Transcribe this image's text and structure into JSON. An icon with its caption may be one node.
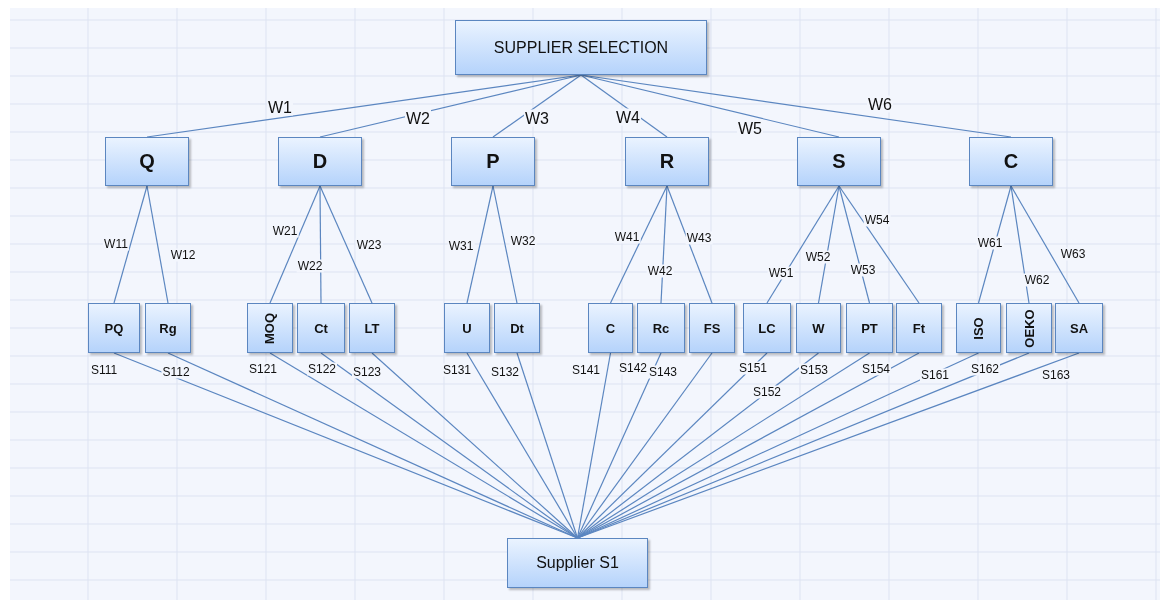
{
  "diagram": {
    "nodes": [
      {
        "text": [
          "SUPPLIER SELECTION"
        ]
      },
      {
        "text": [
          "Q"
        ]
      },
      {
        "text": [
          "D"
        ]
      },
      {
        "text": [
          "P"
        ]
      },
      {
        "text": [
          "R"
        ]
      },
      {
        "text": [
          "S"
        ]
      },
      {
        "text": [
          "C"
        ]
      },
      {
        "text": [
          "PQ"
        ]
      },
      {
        "text": [
          "Rg"
        ]
      },
      {
        "text": [
          "MOQ"
        ]
      },
      {
        "text": [
          "Ct"
        ]
      },
      {
        "text": [
          "LT"
        ]
      },
      {
        "text": [
          "U"
        ]
      },
      {
        "text": [
          "Dt"
        ]
      },
      {
        "text": [
          "C"
        ]
      },
      {
        "text": [
          "Rc"
        ]
      },
      {
        "text": [
          "FS"
        ]
      },
      {
        "text": [
          "LC"
        ]
      },
      {
        "text": [
          "W"
        ]
      },
      {
        "text": [
          "PT"
        ]
      },
      {
        "text": [
          "Ft"
        ]
      },
      {
        "text": [
          "ISO"
        ]
      },
      {
        "text": [
          "OEKO"
        ]
      },
      {
        "text": [
          "SA"
        ]
      },
      {
        "text": [
          "Supplier S1"
        ]
      }
    ],
    "edges": [
      {
        "from": 0,
        "to": 1,
        "arrow": "none",
        "label": "W1"
      },
      {
        "from": 0,
        "to": 2,
        "arrow": "none",
        "label": "W2"
      },
      {
        "from": 0,
        "to": 3,
        "arrow": "none",
        "label": "W3"
      },
      {
        "from": 0,
        "to": 4,
        "arrow": "none",
        "label": "W4"
      },
      {
        "from": 0,
        "to": 5,
        "arrow": "none",
        "label": "W5"
      },
      {
        "from": 0,
        "to": 6,
        "arrow": "none",
        "label": "W6"
      },
      {
        "from": 1,
        "to": 7,
        "arrow": "none",
        "label": "W11"
      },
      {
        "from": 1,
        "to": 8,
        "arrow": "none",
        "label": "W12"
      },
      {
        "from": 2,
        "to": 9,
        "arrow": "none",
        "label": "W21"
      },
      {
        "from": 2,
        "to": 10,
        "arrow": "none",
        "label": "W22"
      },
      {
        "from": 2,
        "to": 11,
        "arrow": "none",
        "label": "W23"
      },
      {
        "from": 3,
        "to": 12,
        "arrow": "none",
        "label": "W31"
      },
      {
        "from": 3,
        "to": 13,
        "arrow": "none",
        "label": "W32"
      },
      {
        "from": 4,
        "to": 14,
        "arrow": "none",
        "label": "W41"
      },
      {
        "from": 4,
        "to": 15,
        "arrow": "none",
        "label": "W42"
      },
      {
        "from": 4,
        "to": 16,
        "arrow": "none",
        "label": "W43"
      },
      {
        "from": 5,
        "to": 17,
        "arrow": "none",
        "label": "W51"
      },
      {
        "from": 5,
        "to": 18,
        "arrow": "none",
        "label": "W52"
      },
      {
        "from": 5,
        "to": 19,
        "arrow": "none",
        "label": "W53"
      },
      {
        "from": 5,
        "to": 20,
        "arrow": "none",
        "label": "W54"
      },
      {
        "from": 6,
        "to": 21,
        "arrow": "none",
        "label": "W61"
      },
      {
        "from": 6,
        "to": 22,
        "arrow": "none",
        "label": "W62"
      },
      {
        "from": 6,
        "to": 23,
        "arrow": "none",
        "label": "W63"
      },
      {
        "from": 7,
        "to": 24,
        "arrow": "none",
        "label": "S111"
      },
      {
        "from": 8,
        "to": 24,
        "arrow": "none",
        "label": "S112"
      },
      {
        "from": 9,
        "to": 24,
        "arrow": "none",
        "label": "S121"
      },
      {
        "from": 10,
        "to": 24,
        "arrow": "none",
        "label": "S122"
      },
      {
        "from": 11,
        "to": 24,
        "arrow": "none",
        "label": "S123"
      },
      {
        "from": 12,
        "to": 24,
        "arrow": "none",
        "label": "S131"
      },
      {
        "from": 13,
        "to": 24,
        "arrow": "none",
        "label": "S132"
      },
      {
        "from": 14,
        "to": 24,
        "arrow": "none",
        "label": "S141"
      },
      {
        "from": 15,
        "to": 24,
        "arrow": "none",
        "label": "S142"
      },
      {
        "from": 16,
        "to": 24,
        "arrow": "none",
        "label": "S143"
      },
      {
        "from": 17,
        "to": 24,
        "arrow": "none",
        "label": "S151"
      },
      {
        "from": 18,
        "to": 24,
        "arrow": "none",
        "label": "S152"
      },
      {
        "from": 19,
        "to": 24,
        "arrow": "none",
        "label": "S153"
      },
      {
        "from": 20,
        "to": 24,
        "arrow": "none",
        "label": "S154"
      },
      {
        "from": 21,
        "to": 24,
        "arrow": "none",
        "label": "S161"
      },
      {
        "from": 22,
        "to": 24,
        "arrow": "none",
        "label": "S162"
      },
      {
        "from": 23,
        "to": 24,
        "arrow": "none",
        "label": "S163"
      }
    ]
  }
}
